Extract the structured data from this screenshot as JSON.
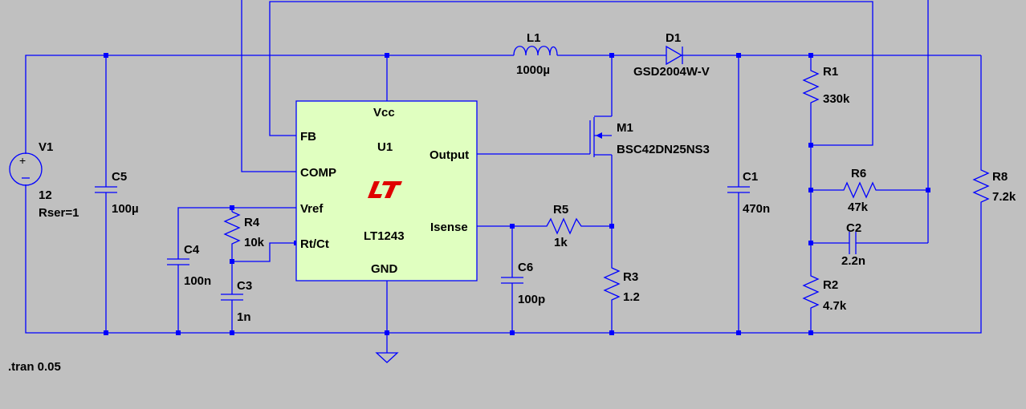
{
  "directive": ".tran 0.05",
  "colors": {
    "background": "#c0c0c0",
    "wire": "#0000ff",
    "ic_fill": "#e0ffc0",
    "logo": "#e00000"
  },
  "ic": {
    "ref": "U1",
    "model": "LT1243",
    "pins": {
      "vcc": "Vcc",
      "fb": "FB",
      "comp": "COMP",
      "vref": "Vref",
      "rtct": "Rt/Ct",
      "output": "Output",
      "isense": "Isense",
      "gnd": "GND"
    }
  },
  "components": {
    "V1": {
      "ref": "V1",
      "value": "12",
      "extra": "Rser=1"
    },
    "C5": {
      "ref": "C5",
      "value": "100µ"
    },
    "L1": {
      "ref": "L1",
      "value": "1000µ"
    },
    "D1": {
      "ref": "D1",
      "value": "GSD2004W-V"
    },
    "M1": {
      "ref": "M1",
      "value": "BSC42DN25NS3"
    },
    "R1": {
      "ref": "R1",
      "value": "330k"
    },
    "R6": {
      "ref": "R6",
      "value": "47k"
    },
    "R8": {
      "ref": "R8",
      "value": "7.2k"
    },
    "C1": {
      "ref": "C1",
      "value": "470n"
    },
    "C2": {
      "ref": "C2",
      "value": "2.2n"
    },
    "R2": {
      "ref": "R2",
      "value": "4.7k"
    },
    "R4": {
      "ref": "R4",
      "value": "10k"
    },
    "C4": {
      "ref": "C4",
      "value": "100n"
    },
    "C3": {
      "ref": "C3",
      "value": "1n"
    },
    "R5": {
      "ref": "R5",
      "value": "1k"
    },
    "R3": {
      "ref": "R3",
      "value": "1.2"
    },
    "C6": {
      "ref": "C6",
      "value": "100p"
    }
  }
}
